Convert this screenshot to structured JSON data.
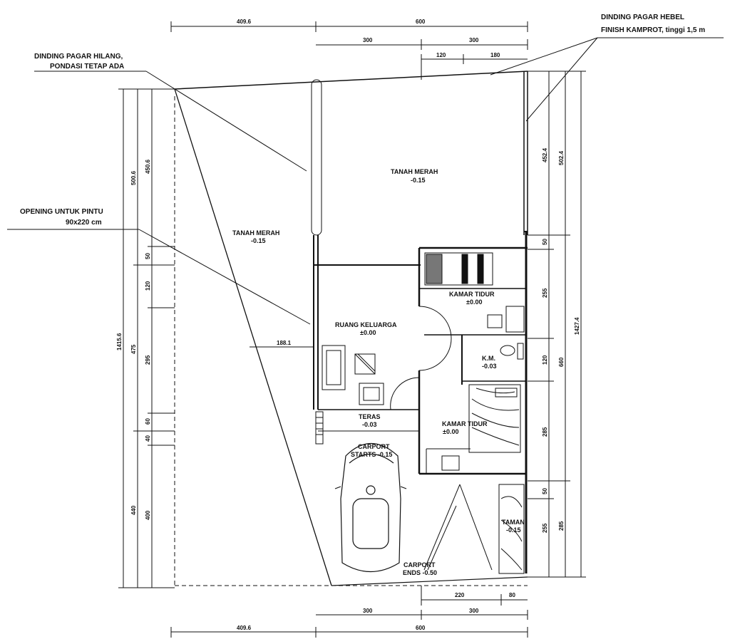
{
  "annotations": {
    "fence_missing_1": "DINDING PAGAR HILANG,",
    "fence_missing_2": "PONDASI TETAP ADA",
    "fence_hebel_1": "DINDING PAGAR HEBEL",
    "fence_hebel_2": "FINISH KAMPROT, tinggi 1,5 m",
    "opening_1": "OPENING UNTUK PINTU",
    "opening_2": "90x220 cm"
  },
  "rooms": {
    "tanah_merah_left": {
      "name": "TANAH MERAH",
      "level": "-0.15"
    },
    "tanah_merah_right": {
      "name": "TANAH MERAH",
      "level": "-0.15"
    },
    "kamar_tidur_1": {
      "name": "KAMAR TIDUR",
      "level": "±0.00"
    },
    "ruang_keluarga": {
      "name": "RUANG KELUARGA",
      "level": "±0.00"
    },
    "km": {
      "name": "K.M.",
      "level": "-0.03"
    },
    "teras": {
      "name": "TERAS",
      "level": "-0.03"
    },
    "carport_starts": {
      "name": "CARPORT",
      "sub": "STARTS -0.15"
    },
    "kamar_tidur_2": {
      "name": "KAMAR TIDUR",
      "level": "±0.00"
    },
    "carport_ends": {
      "name": "CARPORT",
      "sub": "ENDS -0.50"
    },
    "taman": {
      "name": "TAMAN",
      "level": "-0.15"
    }
  },
  "dimensions": {
    "top_left_total": "409.6",
    "top_right_total": "600",
    "top_sub_a": "300",
    "top_sub_b": "300",
    "top_sub_c": "120",
    "top_sub_d": "180",
    "bottom_left_total": "409.6",
    "bottom_right_total": "600",
    "bottom_sub_a": "300",
    "bottom_sub_b": "300",
    "bottom_sub_c": "220",
    "bottom_sub_d": "80",
    "left_total": "1415.6",
    "left_500": "500.6",
    "left_475": "475",
    "left_440": "440",
    "left_450": "450.6",
    "left_50": "50",
    "left_120": "120",
    "left_295": "295",
    "left_60": "60",
    "left_40": "40",
    "left_400": "400",
    "inner_width": "188.1",
    "right_total": "1427.4",
    "right_452": "452.4",
    "right_502": "502.4",
    "right_50a": "50",
    "right_255": "255",
    "right_120": "120",
    "right_660": "660",
    "right_285a": "285",
    "right_50b": "50",
    "right_255b": "255",
    "right_285b": "285"
  }
}
